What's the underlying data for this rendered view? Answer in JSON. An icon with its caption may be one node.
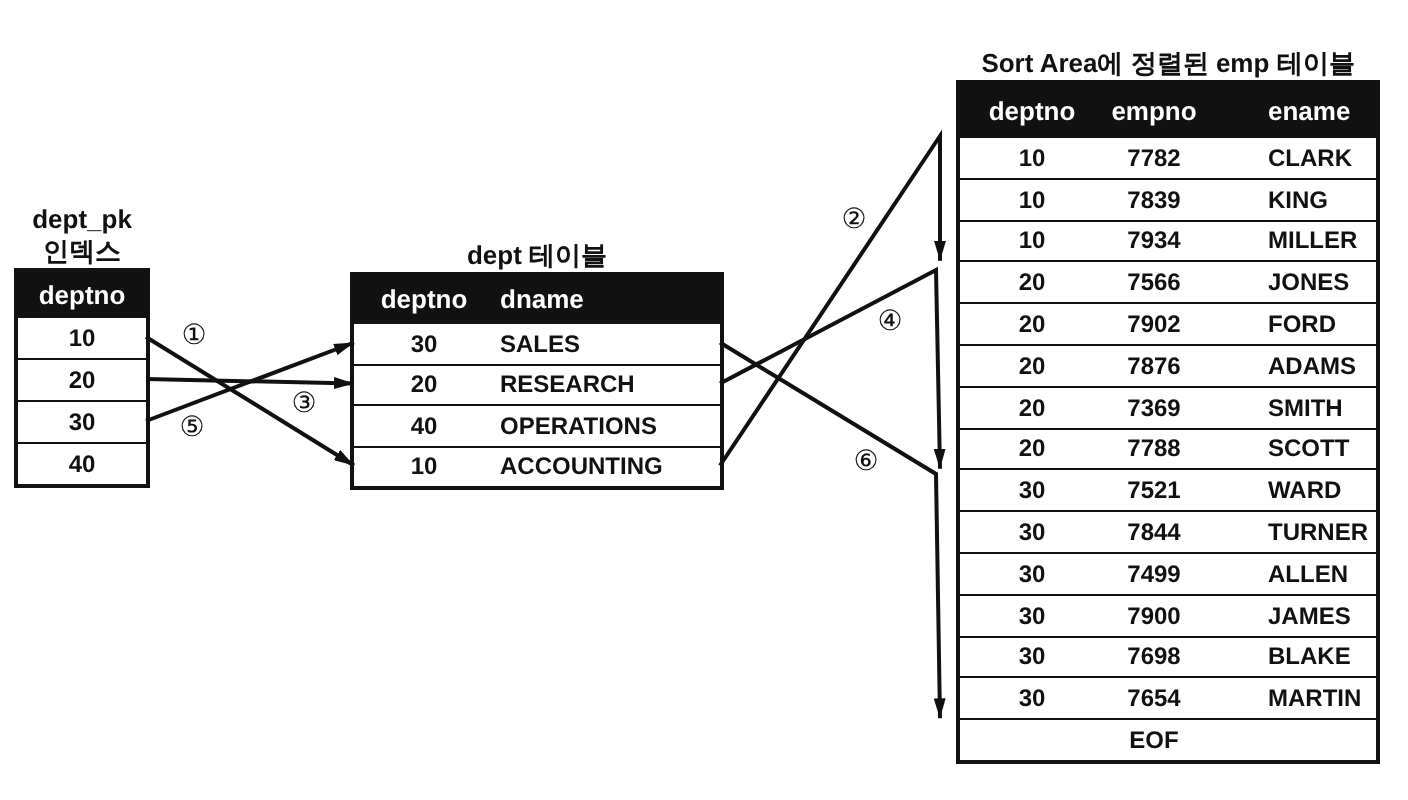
{
  "diagram": {
    "nodes": [
      {
        "text": [
          "dept_pk 인덱스",
          "deptno"
        ]
      },
      {
        "text": [
          "10"
        ],
        "in": 0
      },
      {
        "text": [
          "20"
        ],
        "in": 0
      },
      {
        "text": [
          "30"
        ],
        "in": 0
      },
      {
        "text": [
          "40"
        ],
        "in": 0
      },
      {
        "text": [
          "dept 테이블",
          "deptno",
          "dname"
        ]
      },
      {
        "text": [
          "30",
          "SALES"
        ],
        "in": 5
      },
      {
        "text": [
          "20",
          "RESEARCH"
        ],
        "in": 5
      },
      {
        "text": [
          "40",
          "OPERATIONS"
        ],
        "in": 5
      },
      {
        "text": [
          "10",
          "ACCOUNTING"
        ],
        "in": 5
      },
      {
        "text": [
          "Sort Area에 정렬된 emp 테이블",
          "deptno",
          "empno",
          "ename"
        ]
      },
      {
        "text": [
          "10",
          "7782",
          "CLARK"
        ],
        "in": 10
      },
      {
        "text": [
          "10",
          "7839",
          "KING"
        ],
        "in": 10
      },
      {
        "text": [
          "10",
          "7934",
          "MILLER"
        ],
        "in": 10
      },
      {
        "text": [
          "20",
          "7566",
          "JONES"
        ],
        "in": 10
      },
      {
        "text": [
          "20",
          "7902",
          "FORD"
        ],
        "in": 10
      },
      {
        "text": [
          "20",
          "7876",
          "ADAMS"
        ],
        "in": 10
      },
      {
        "text": [
          "20",
          "7369",
          "SMITH"
        ],
        "in": 10
      },
      {
        "text": [
          "20",
          "7788",
          "SCOTT"
        ],
        "in": 10
      },
      {
        "text": [
          "30",
          "7521",
          "WARD"
        ],
        "in": 10
      },
      {
        "text": [
          "30",
          "7844",
          "TURNER"
        ],
        "in": 10
      },
      {
        "text": [
          "30",
          "7499",
          "ALLEN"
        ],
        "in": 10
      },
      {
        "text": [
          "30",
          "7900",
          "JAMES"
        ],
        "in": 10
      },
      {
        "text": [
          "30",
          "7698",
          "BLAKE"
        ],
        "in": 10
      },
      {
        "text": [
          "30",
          "7654",
          "MARTIN"
        ],
        "in": 10
      },
      {
        "text": [
          "EOF"
        ],
        "in": 10
      }
    ],
    "edges": [
      {
        "from": 1,
        "to": 9,
        "arrow": "to",
        "label": "①"
      },
      {
        "from": 9,
        "to": 13,
        "arrow": "to",
        "label": "②"
      },
      {
        "from": 2,
        "to": 7,
        "arrow": "to",
        "label": "③"
      },
      {
        "from": 7,
        "to": 18,
        "arrow": "to",
        "label": "④"
      },
      {
        "from": 3,
        "to": 6,
        "arrow": "to",
        "label": "⑤"
      },
      {
        "from": 6,
        "to": 24,
        "arrow": "to",
        "label": "⑥"
      }
    ]
  }
}
